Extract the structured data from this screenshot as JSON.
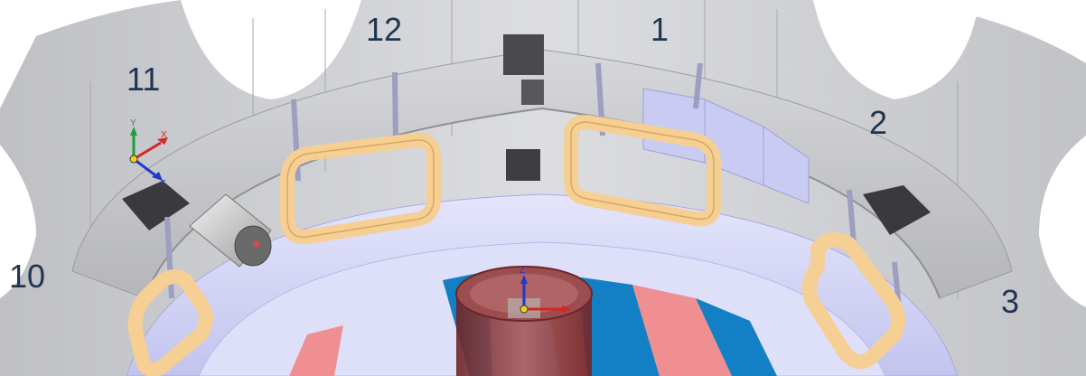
{
  "sector_labels": {
    "s1": "1",
    "s2": "2",
    "s3": "3",
    "s10": "10",
    "s11": "11",
    "s12": "12"
  },
  "colors": {
    "background": "#ffffff",
    "structure_gray": "#c9cacd",
    "coil_orange": "#f5cf93",
    "vessel_lavender": "#cfd0f2",
    "blanket_blue": "#137fc4",
    "blanket_red": "#f08f92",
    "central_solenoid": "#8c3a3c",
    "label_text": "#1f3550"
  },
  "axis_triads": [
    {
      "name": "view-triad",
      "labels": {
        "x": "X",
        "y": "Y",
        "z": "Z"
      }
    },
    {
      "name": "origin-triad",
      "labels": {
        "z": "Z"
      }
    }
  ]
}
